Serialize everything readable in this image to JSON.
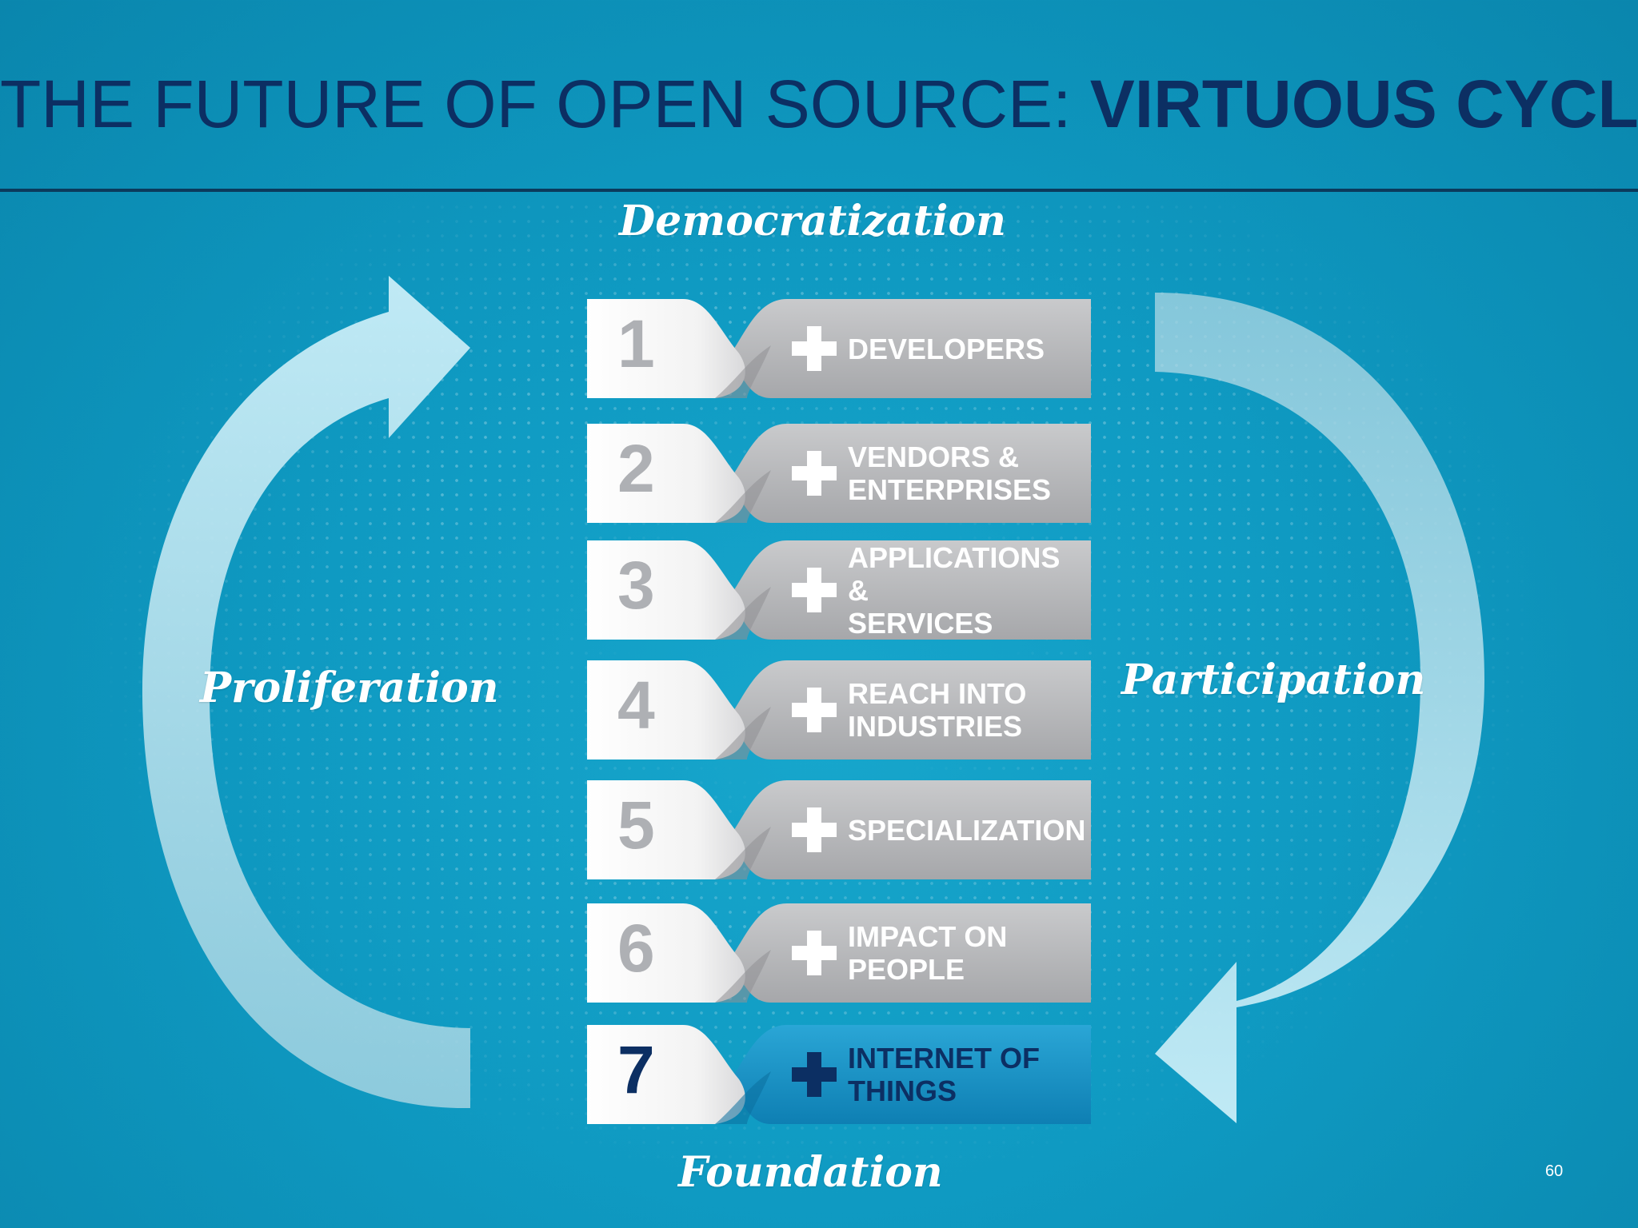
{
  "slide": {
    "title_regular": "THE FUTURE OF OPEN SOURCE: ",
    "title_bold": "VIRTUOUS CYCLE",
    "page_number": "60"
  },
  "cycle": {
    "top": "Democratization",
    "bottom": "Foundation",
    "left": "Proliferation",
    "right": "Participation"
  },
  "steps": [
    {
      "number": "1",
      "label": "DEVELOPERS"
    },
    {
      "number": "2",
      "label": "VENDORS &\nENTERPRISES"
    },
    {
      "number": "3",
      "label": "APPLICATIONS &\nSERVICES"
    },
    {
      "number": "4",
      "label": "REACH INTO\nINDUSTRIES"
    },
    {
      "number": "5",
      "label": "SPECIALIZATION"
    },
    {
      "number": "6",
      "label": "IMPACT ON\nPEOPLE"
    },
    {
      "number": "7",
      "label": "INTERNET OF\nTHINGS"
    }
  ],
  "colors": {
    "background": "#0f9ac2",
    "title": "#0c2f63",
    "step_gray": "#b8b9bc",
    "step_highlight": "#1392c6"
  }
}
